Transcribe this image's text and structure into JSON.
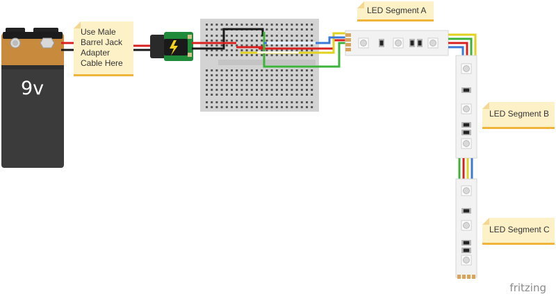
{
  "battery": {
    "label": "9v"
  },
  "notes": {
    "barrel_jack": [
      "Use Male",
      "Barrel Jack",
      "Adapter",
      "Cable Here"
    ],
    "segment_a": "LED Segment A",
    "segment_b": "LED Segment B",
    "segment_c": "LED Segment C"
  },
  "watermark": "fritzing",
  "colors": {
    "battery_orange": "#c88a3c",
    "battery_black": "#3b3b3b",
    "wire_red": "#d82020",
    "wire_black": "#1a1a1a",
    "wire_green": "#3cb43c",
    "wire_blue": "#3c78d8",
    "wire_yellow": "#e0d21e",
    "pcb_green": "#1e8c3c",
    "note_bg": "#fdf1c8",
    "note_edge": "#f0b43a"
  },
  "icons": [
    "lightning-icon"
  ]
}
